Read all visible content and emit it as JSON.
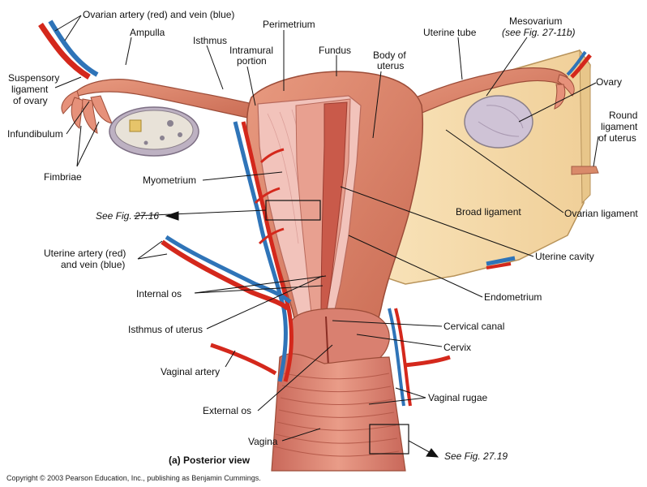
{
  "figure": {
    "caption": "(a) Posterior view",
    "copyright": "Copyright © 2003 Pearson Education, Inc., publishing as Benjamin Cummings."
  },
  "labels": {
    "ovarian_artery_vein": "Ovarian  artery (red)  and vein (blue)",
    "ampulla": "Ampulla",
    "isthmus": "Isthmus",
    "perimetrium": "Perimetrium",
    "intramural_1": "Intramural",
    "intramural_2": "portion",
    "fundus": "Fundus",
    "body_of_uterus_1": "Body of",
    "body_of_uterus_2": "uterus",
    "uterine_tube": "Uterine tube",
    "mesovarium": "Mesovarium",
    "mesovarium_ref": "(see Fig. 27-11b)",
    "ovary": "Ovary",
    "suspensory_1": "Suspensory",
    "suspensory_2": "ligament",
    "suspensory_3": "of ovary",
    "infundibulum": "Infundibulum",
    "round_lig_1": "Round",
    "round_lig_2": "ligament",
    "round_lig_3": "of uterus",
    "fimbriae": "Fimbriae",
    "myometrium": "Myometrium",
    "see_fig_2716": "See Fig. 27.16",
    "broad_ligament": "Broad ligament",
    "ovarian_ligament": "Ovarian ligament",
    "uterine_artery_1": "Uterine artery (red)",
    "uterine_artery_2": "and vein (blue)",
    "uterine_cavity": "Uterine cavity",
    "internal_os": "Internal os",
    "endometrium": "Endometrium",
    "isthmus_of_uterus": "Isthmus of uterus",
    "cervical_canal": "Cervical canal",
    "cervix": "Cervix",
    "vaginal_artery": "Vaginal artery",
    "vaginal_rugae": "Vaginal rugae",
    "external_os": "External os",
    "vagina": "Vagina",
    "see_fig_2719": "See Fig. 27.19"
  },
  "colors": {
    "tissue": "#e0836a",
    "tissue_dark": "#b85a45",
    "myometrium": "#f2c3bb",
    "cavity": "#c95a4a",
    "ligament": "#f6dcaa",
    "artery": "#d4281c",
    "vein": "#2f74b8",
    "ovary": "#cfc3d6"
  }
}
